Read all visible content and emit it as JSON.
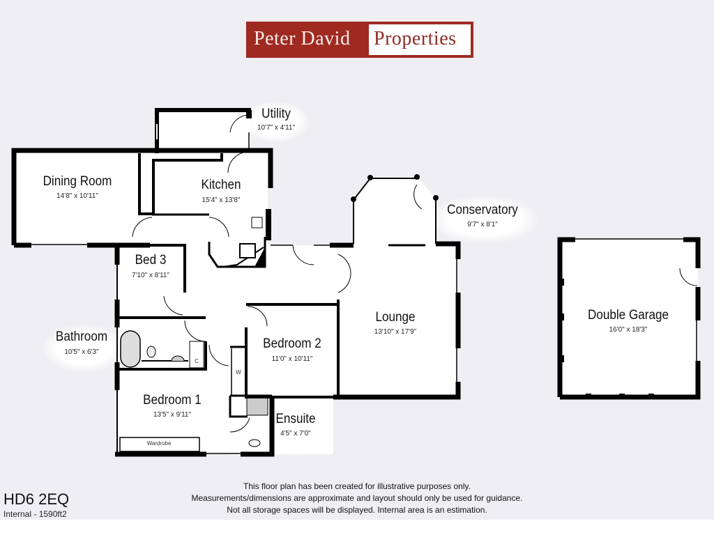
{
  "logo": {
    "part1": "Peter David",
    "part2": "Properties"
  },
  "colors": {
    "brand_red": "#9e2a22",
    "wall": "#000000",
    "background": "#efeef2"
  },
  "rooms": [
    {
      "name": "Utility",
      "dims": "10'7\" x 4'11\""
    },
    {
      "name": "Dining Room",
      "dims": "14'8\" x 10'11\""
    },
    {
      "name": "Kitchen",
      "dims": "15'4\" x 13'8\""
    },
    {
      "name": "Conservatory",
      "dims": "9'7\" x 8'1\""
    },
    {
      "name": "Bed 3",
      "dims": "7'10\" x 8'11\""
    },
    {
      "name": "Lounge",
      "dims": "13'10\" x 17'9\""
    },
    {
      "name": "Double Garage",
      "dims": "16'0\" x 18'3\""
    },
    {
      "name": "Bathroom",
      "dims": "10'5\" x 6'3\""
    },
    {
      "name": "Bedroom 2",
      "dims": "11'0\" x 10'11\""
    },
    {
      "name": "Bedroom 1",
      "dims": "13'5\" x 9'11\""
    },
    {
      "name": "Ensuite",
      "dims": "4'5\" x 7'0\""
    }
  ],
  "fixtures": {
    "wardrobe": "Wardrobe",
    "w": "W",
    "c": "C"
  },
  "footer": {
    "postcode": "HD6 2EQ",
    "internal_area": "Internal - 1590ft2",
    "disclaimer": [
      "This floor plan has been created for illustrative purposes only.",
      "Measurements/dimensions are approximate and layout should only be used for guidance.",
      "Not all storage spaces will be displayed. Internal area is an estimation."
    ]
  }
}
